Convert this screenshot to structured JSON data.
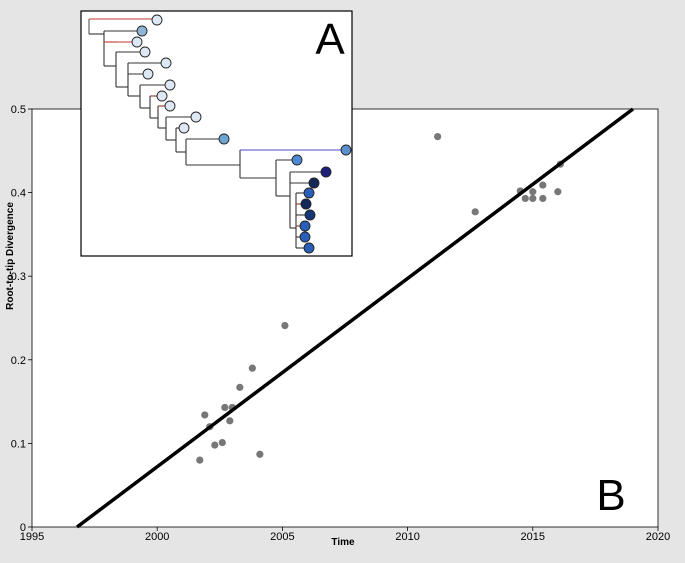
{
  "chart_data": {
    "type": "scatter",
    "panel_labels": {
      "inset": "A",
      "main": "B"
    },
    "xlabel": "Time",
    "ylabel": "Root-to-tip Divergence",
    "xlim": [
      1995,
      2020
    ],
    "ylim": [
      0,
      0.5
    ],
    "x_ticks": [
      1995,
      2000,
      2005,
      2010,
      2015,
      2020
    ],
    "x_tick_labels": [
      "1995",
      "2000",
      "2005",
      "2010",
      "2015",
      "2020"
    ],
    "y_ticks": [
      0,
      0.1,
      0.2,
      0.3,
      0.4,
      0.5
    ],
    "y_tick_labels": [
      "0",
      "0.1",
      "0.2",
      "0.3",
      "0.4",
      "0.5"
    ],
    "grid": false,
    "regression_line": {
      "x": [
        1996.8,
        2019.0
      ],
      "y": [
        0,
        0.5
      ]
    },
    "x": [
      2001.7,
      2001.9,
      2002.1,
      2002.3,
      2002.6,
      2002.7,
      2002.9,
      2003.0,
      2003.3,
      2003.8,
      2004.1,
      2005.1,
      2011.2,
      2012.7,
      2014.5,
      2014.7,
      2015.0,
      2015.0,
      2015.4,
      2015.4,
      2016.0,
      2016.1
    ],
    "y": [
      0.08,
      0.134,
      0.12,
      0.098,
      0.101,
      0.143,
      0.127,
      0.143,
      0.167,
      0.19,
      0.087,
      0.241,
      0.467,
      0.377,
      0.402,
      0.393,
      0.401,
      0.393,
      0.409,
      0.393,
      0.401,
      0.434
    ],
    "point_color": "#777777",
    "line_color": "#000000"
  },
  "inset": {
    "tips": [
      {
        "color": "#dde8f4"
      },
      {
        "color": "#8fb6d8"
      },
      {
        "color": "#dde8f4"
      },
      {
        "color": "#dde8f4"
      },
      {
        "color": "#dde8f4"
      },
      {
        "color": "#dde8f4"
      },
      {
        "color": "#dde8f4"
      },
      {
        "color": "#dde8f4"
      },
      {
        "color": "#dde8f4"
      },
      {
        "color": "#dde8f4"
      },
      {
        "color": "#dde8f4"
      },
      {
        "color": "#6da4d6"
      },
      {
        "color": "#5a8fd0"
      },
      {
        "color": "#4d8ad6"
      },
      {
        "color": "#1e1f7a"
      },
      {
        "color": "#13295a"
      },
      {
        "color": "#2a5fb8"
      },
      {
        "color": "#13295a"
      },
      {
        "color": "#15377a"
      },
      {
        "color": "#2a5fb8"
      },
      {
        "color": "#2a5fb8"
      },
      {
        "color": "#2a5fb8"
      }
    ]
  }
}
